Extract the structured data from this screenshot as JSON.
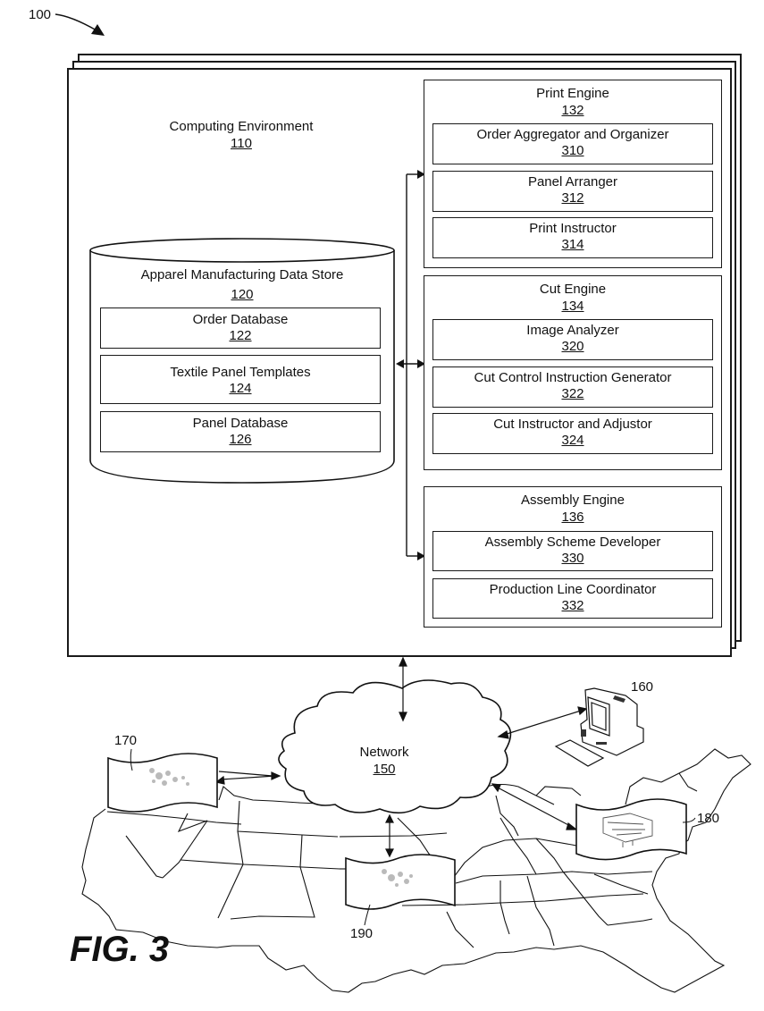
{
  "figure": {
    "label": "FIG. 3",
    "system_ref": "100"
  },
  "computing_environment": {
    "title": "Computing Environment",
    "ref": "110"
  },
  "data_store": {
    "title": "Apparel Manufacturing Data Store",
    "ref": "120",
    "items": [
      {
        "title": "Order Database",
        "ref": "122"
      },
      {
        "title": "Textile Panel Templates",
        "ref": "124"
      },
      {
        "title": "Panel Database",
        "ref": "126"
      }
    ]
  },
  "engines": [
    {
      "title": "Print Engine",
      "ref": "132",
      "items": [
        {
          "title": "Order Aggregator and Organizer",
          "ref": "310"
        },
        {
          "title": "Panel Arranger",
          "ref": "312"
        },
        {
          "title": "Print Instructor",
          "ref": "314"
        }
      ]
    },
    {
      "title": "Cut Engine",
      "ref": "134",
      "items": [
        {
          "title": "Image Analyzer",
          "ref": "320"
        },
        {
          "title": "Cut Control Instruction Generator",
          "ref": "322"
        },
        {
          "title": "Cut Instructor and Adjustor",
          "ref": "324"
        }
      ]
    },
    {
      "title": "Assembly Engine",
      "ref": "136",
      "items": [
        {
          "title": "Assembly Scheme Developer",
          "ref": "330"
        },
        {
          "title": "Production Line Coordinator",
          "ref": "332"
        }
      ]
    }
  ],
  "network": {
    "title": "Network",
    "ref": "150"
  },
  "nodes": {
    "client_device": "160",
    "site_west": "170",
    "site_east": "180",
    "site_central": "190"
  }
}
